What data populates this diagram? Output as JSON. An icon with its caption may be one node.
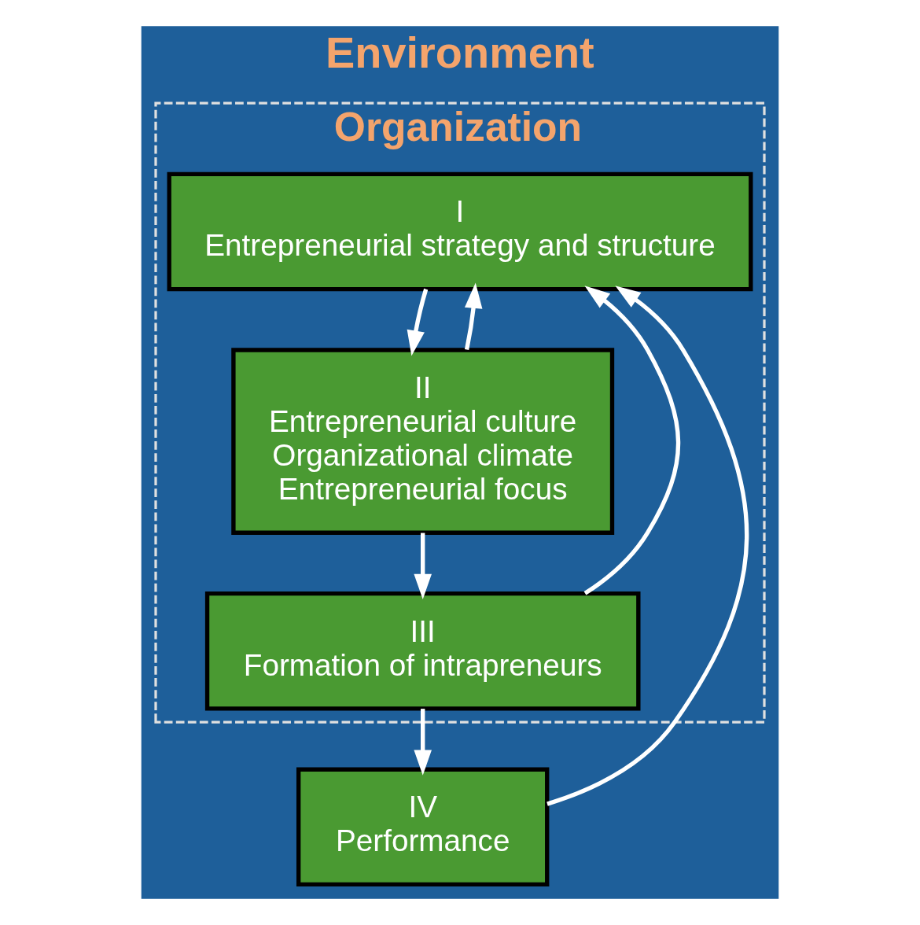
{
  "diagram": {
    "nodes": [
      {
        "text": [
          "Environment"
        ]
      },
      {
        "text": [
          "Organization"
        ],
        "in": 0
      },
      {
        "text": [
          "I",
          "Entrepreneurial strategy and structure"
        ],
        "in": 1
      },
      {
        "text": [
          "II",
          "Entrepreneurial culture",
          "Organizational climate",
          "Entrepreneurial focus"
        ],
        "in": 1
      },
      {
        "text": [
          "III",
          "Formation of intrapreneurs"
        ],
        "in": 1
      },
      {
        "text": [
          "IV",
          "Performance"
        ],
        "in": 0
      }
    ],
    "edges": [
      {
        "from": 2,
        "to": 3,
        "arrow": "to"
      },
      {
        "from": 3,
        "to": 4,
        "arrow": "to"
      },
      {
        "from": 4,
        "to": 5,
        "arrow": "to"
      },
      {
        "from": 3,
        "to": 2,
        "arrow": "to"
      },
      {
        "from": 4,
        "to": 2,
        "arrow": "to"
      },
      {
        "from": 5,
        "to": 2,
        "arrow": "to"
      }
    ]
  }
}
